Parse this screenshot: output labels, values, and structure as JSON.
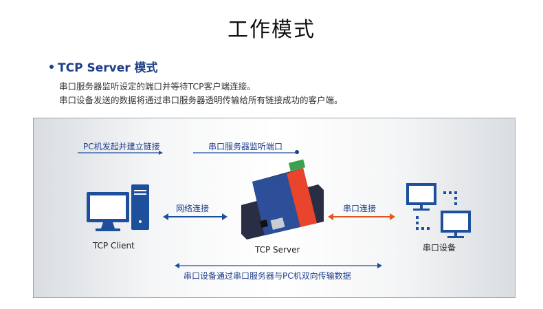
{
  "title": "工作模式",
  "section_heading": "TCP Server 模式",
  "description": [
    "串口服务器监听设定的端口并等待TCP客户端连接。",
    "串口设备发送的数据将通过串口服务器透明传输给所有链接成功的客户端。"
  ],
  "diagram": {
    "pc_initiate_label": "PC机发起并建立链接",
    "server_listen_label": "串口服务器监听端口",
    "network_link_label": "网络连接",
    "serial_link_label": "串口连接",
    "tcp_client_label": "TCP Client",
    "tcp_server_label": "TCP Server",
    "serial_device_label": "串口设备",
    "bidirectional_label": "串口设备通过串口服务器与PC机双向传输数据",
    "colors": {
      "blue": "#1d4f9c",
      "orange": "#e5551b",
      "device_red": "#e8452c",
      "device_dark": "#2a2e45"
    }
  }
}
